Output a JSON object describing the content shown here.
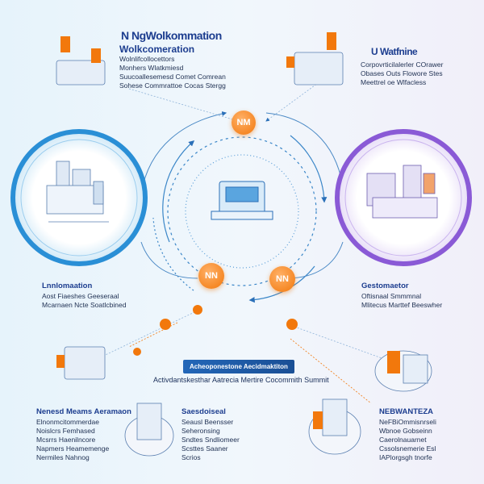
{
  "colors": {
    "accent": "#f2780c",
    "primary": "#1c3d8f",
    "blue_ring": "#2a8fd6",
    "purple_ring": "#8a5ad6"
  },
  "top_left": {
    "title": "N NgWolkommation",
    "subtitle": "Wolkcomeration",
    "lines": [
      "Wolnlifcollocettors",
      "Monhers Wlatkmiesd",
      "Suucoallesemesd Comet Comrean",
      "Sohese Commrattoe Cocas Stergg"
    ]
  },
  "top_right": {
    "title": "U Watfnine",
    "lines": [
      "Corpovrticilalerler COrawer",
      "Obases Outs Flowore Stes",
      "Meettrel oe Wlfacless"
    ]
  },
  "center": {
    "badge_top": "NM",
    "badge_left": "NN",
    "badge_right": "NN"
  },
  "left_mid": {
    "title": "Lnnlomaation",
    "lines": [
      "Aost Fiaeshes Geeseraal",
      "Mcarnaen Ncte Soatlcbined"
    ]
  },
  "right_mid": {
    "title": "Gestomaetor",
    "lines": [
      "Oftisnaal Smmmnal",
      "Mlitecus Marttef Beeswher"
    ]
  },
  "banner": {
    "text": "Acheoponestone Aecidmaktiton",
    "caption": "Activdantskesthar Aatrecia Mertire Cocommith Summit"
  },
  "bottom_left": {
    "title": "Nenesd Meams Aeramaon",
    "lines": [
      "Elnonmcitommerdae",
      "Noislcrs Femhased",
      "Mcsrrs Haenilncore",
      "Napmers Heamemenge",
      "Nermiles Nahnog"
    ]
  },
  "bottom_mid": {
    "title": "Saesdoiseal",
    "lines": [
      "Seausl Beensser",
      "Seheronsing",
      "Sndtes Sndliomeer",
      "Scsttes Saaner",
      "Scrios"
    ]
  },
  "bottom_right": {
    "title": "NEBWANTEZA",
    "lines": [
      "NeFBiOmmisnrseli",
      "Wbnoe Gobseinn",
      "Caerolnauarnet",
      "Cssolsnemerie Esl",
      "IAPlorgsgh tnorfe"
    ]
  }
}
